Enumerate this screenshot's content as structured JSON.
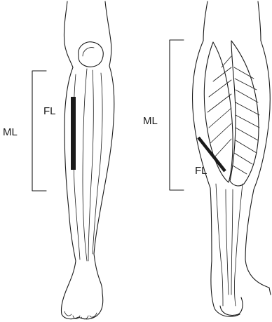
{
  "front_view": {
    "muscle_length_label": "ML",
    "fascicle_length_label": "FL"
  },
  "rear_view": {
    "muscle_length_label": "ML",
    "fascicle_length_label": "FL"
  },
  "colors": {
    "ink": "#1a1a1a",
    "background": "#ffffff"
  }
}
